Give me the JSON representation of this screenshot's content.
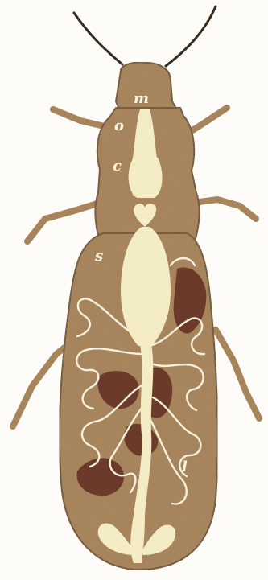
{
  "figure": {
    "labels": {
      "mouth": "m",
      "oesophagus": "o",
      "crop": "c",
      "gizzard": "",
      "stomach": "s",
      "liver_tubes": "l"
    },
    "colors": {
      "background": "#fdfcf8",
      "body": "#a8845a",
      "body_outline": "#6e5236",
      "gut": "#f3ecc4",
      "fat_bodies": "#6b3a2a",
      "tubules": "#f6f0dc",
      "antennae": "#3a2a1c"
    }
  }
}
